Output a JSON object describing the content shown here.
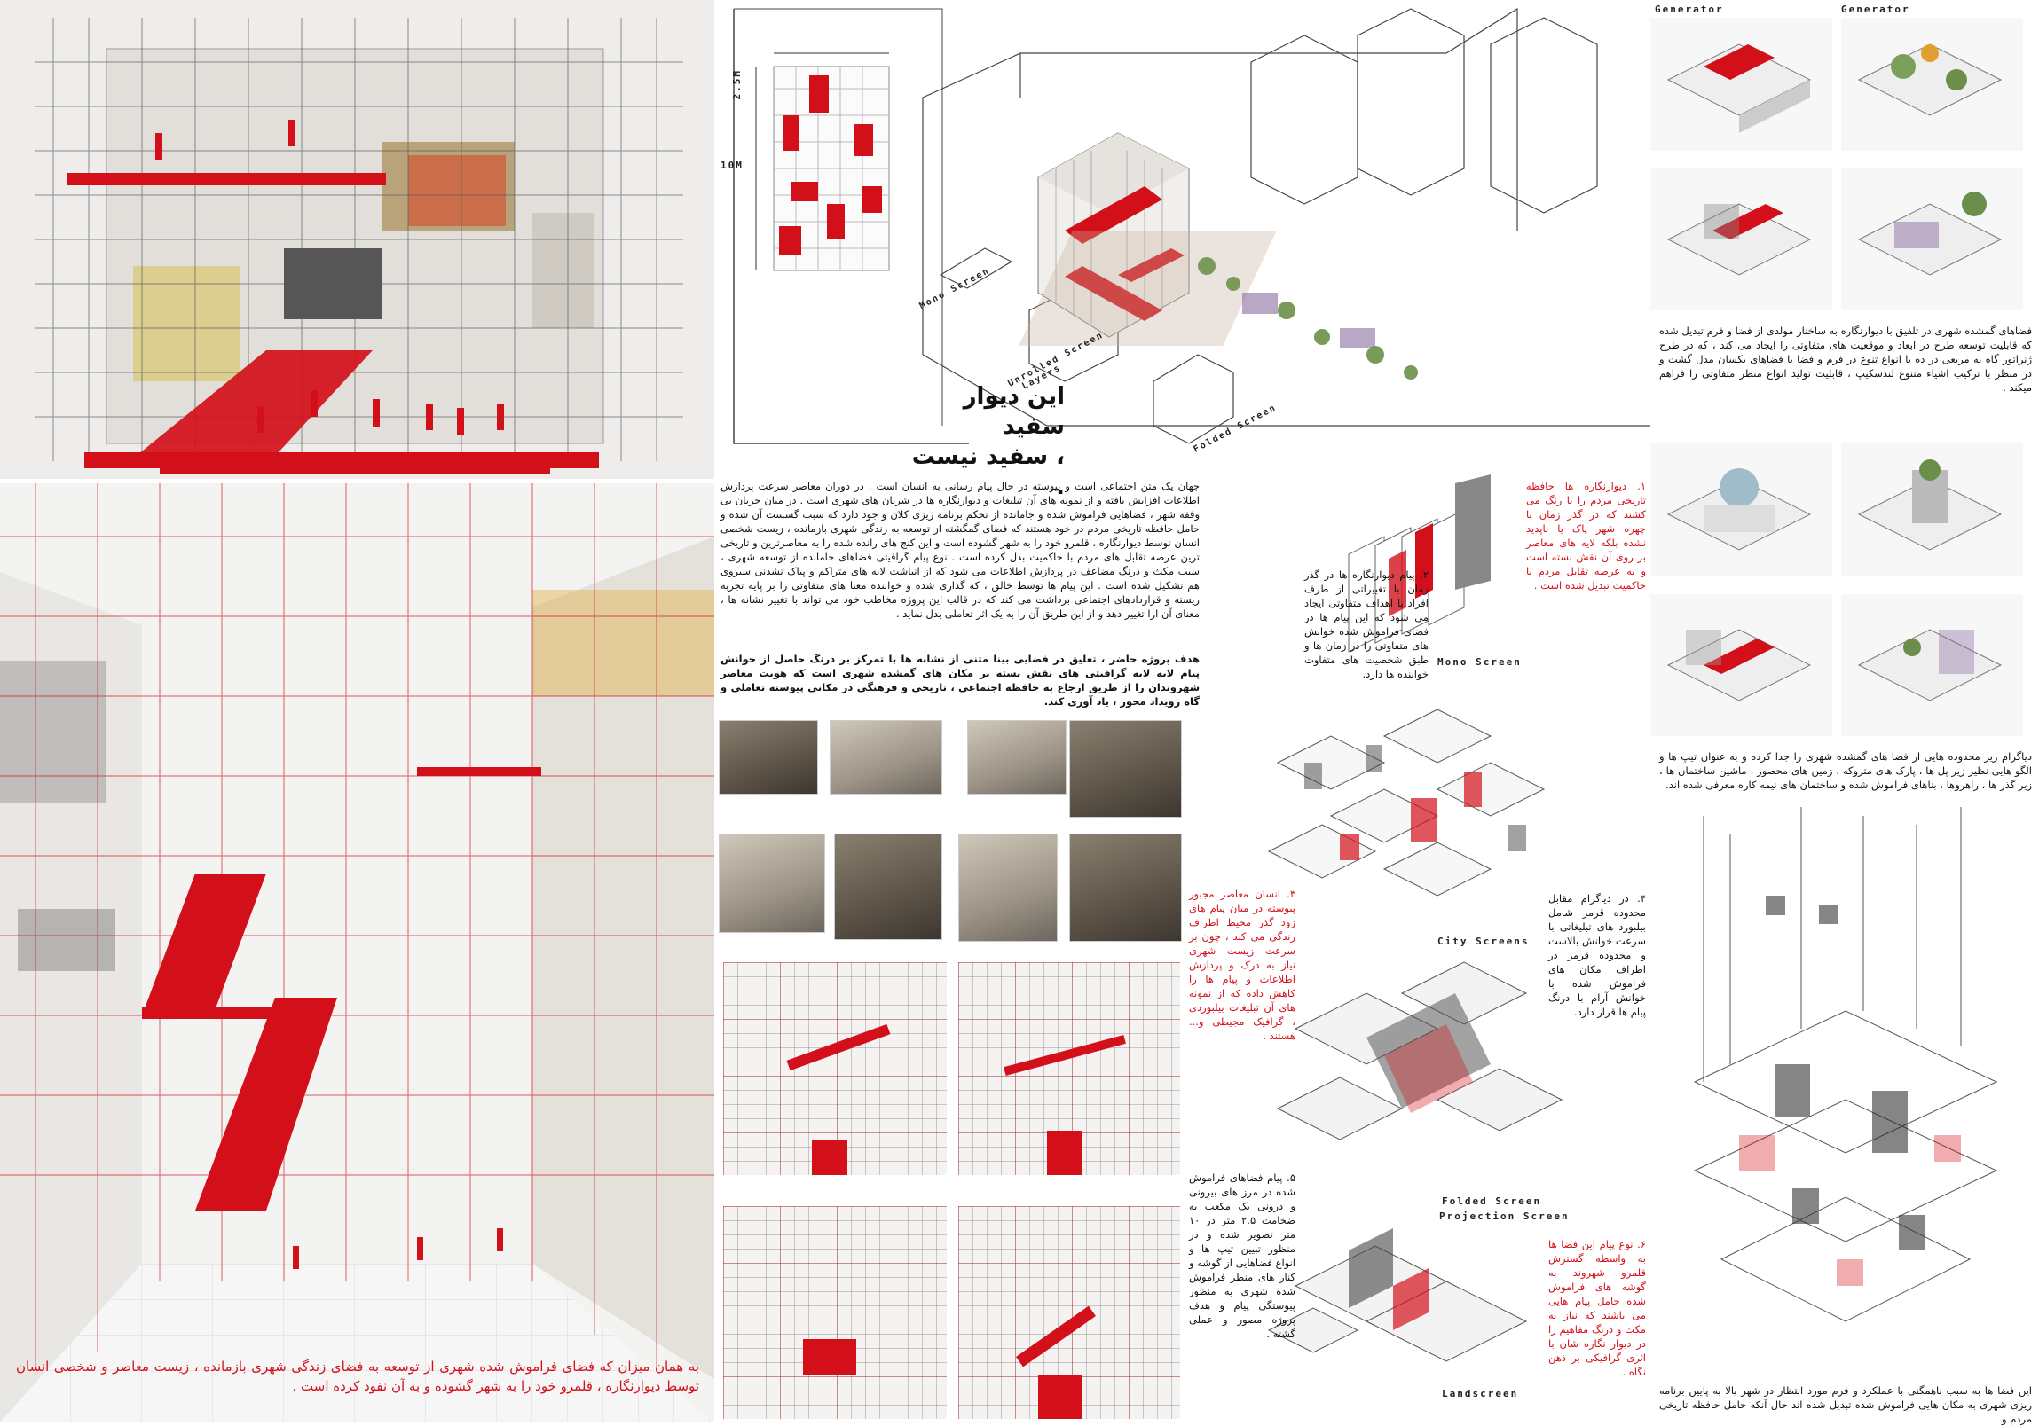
{
  "headline": {
    "line1": "این دیوار سفید",
    "line2": "، سفید نیست ."
  },
  "labels": {
    "generator_left": "Generator",
    "generator_right": "Generator",
    "mono_screen_plan": "Mono Screen",
    "unrolled_screen": "Unrolled Screen",
    "layers": "Layers",
    "folded_screen_plan": "Folded Screen",
    "mono_screen": "Mono Screen",
    "city_screens": "City Screens",
    "folded_screen": "Folded Screen",
    "projection_screen": "Projection Screen",
    "landscreen": "Landscreen",
    "dim_width": "2.5M",
    "dim_height": "10M"
  },
  "texts": {
    "main_intro": "جهان یک متن اجتماعی است و پیوسته در حال پیام رسانی به انسان است . در دوران معاصر سرعت پردازش اطلاعات افزایش یافته و از نمونه های آن تبلیغات و دیوارنگاره ها در شریان های شهری است . در میان جریان بی وقفه شهر ، فضاهایی فراموش شده و جامانده از تحکم برنامه ریزی کلان و جود دارد که سبب گسست آن شده و حامل حافظه تاریخی مردم در خود هستند که فضای گمگشته از توسعه به زندگی شهری بازمانده ، زیست شخصی انسان توسط دیوارنگاره ، قلمرو خود را به شهر گشوده است و این کنج های رانده شده را به معاصرترین و تاریخی ترین عرصه تقابل های مردم با حاکمیت بدل کرده است . نوع پیام گرافیتی فضاهای جامانده از توسعه شهری ، سبب مکث و درنگ مضاعف در پردازش اطلاعات می شود که از انباشت لایه های متراکم و پیاک نشدنی سیروی هم تشکیل شده است . این پیام ها توسط خالق ، که گذاری شده و خواننده معنا های متفاوتی را بر پایه تجربه زیسته و قراردادهای اجتماعی برداشت می کند که در قالب این پروژه مخاطب خود می تواند با تغییر نشانه ها ، معنای آن ارا تغییر دهد و از این طریق آن را به یک اثر تعاملی بدل نماید .",
    "main_goal": "هدف پروژه حاضر ، تعلیق در فضایی بینا متنی از نشانه ها با تمرکز بر درنگ حاصل از خوانش پیام لایه لایه گرافیتی های نقش بسته بر مکان های گمشده شهری است که هویت معاصر شهروندان را از طریق ارجاع به حافظه اجتماعی ، تاریخی و فرهنگی در مکانی پیوسته تعاملی و گاه رویداد محور ، یاد آوری کند.",
    "caption_bottom_left": "به همان میزان که فضای فراموش شده شهری از توسعه به فضای زندگی شهری بازمانده ، زیست معاصر و شخصی انسان توسط دیوارنگاره ، قلمرو خود را به شهر گشوده و به آن نفوذ کرده است .",
    "note1_red": "۱. دیوارنگاره ها حافظه تاریخی مردم را با رنگ می کشند که در گذر زمان با چهره شهر پاک یا ناپدید نشده بلکه لایه های معاصر بر روی آن نقش بسته است و به عرصه تقابل مردم با حاکمیت تبدیل شده است .",
    "note2": "۲. پیام دیوارنگاره ها در گذر زمان با تغییراتی از طرف افراد با اهداف متفاوتی ایجاد می شود که این پیام ها در فضای فراموش شده خوانش های متفاوتی را در زمان ها و طبق شخصیت های متفاوت خواننده ها دارد.",
    "note3_red": "۳. انسان معاصر مجبور پیوسته در میان پیام های زود گذر محیط اطراف زندگی می کند ، چون بر سرعت زیست شهری نیاز به درک و پردازش اطلاعات و پیام ها را کاهش داده که از نمونه های آن تبلیغات بیلبوردی ، گرافیک مجیطی و... هستند .",
    "note4": "۴. در دیاگرام مقابل محدوده قرمز شامل بیلبورد های تبلیغاتی با سرعت خوانش بالاست و محدوده قرمز در اطراف مکان های فراموش شده با خوانش آرام با درنگ پیام ها قرار دارد.",
    "note5": "۵. پیام فضاهای فراموش شده در مرز های بیرونی و درونی یک مکعب به ضخامت ۲.۵ متر در ۱۰ متر تصویر شده و در منظور تبیین تیپ ها و انواع فضاهایی از گوشه و کنار های منظر فراموش شده شهری به منظور پیوستگی پیام و هدف پروژه مصور و عملی گشته .",
    "note6_red": "۶. نوع پیام این فضا ها به واسطه گسترش قلمرو شهروند به گوشه های فراموش شده حامل پیام هایی می باشند که نیاز به مکث و درنگ مفاهیم را در دیوار نگاره شان با اثری گرافیکی بر ذهن نگاه .",
    "right_upper": "فضاهای گمشده شهری در تلفیق با دیوارنگاره به ساختار مولدی از فضا و فرم تبدیل شده که قابلیت توسعه طرح در ابعاد و موقعیت های متفاوتی را ایجاد می کند ، که در طرح ژنراتور گاه به مربعی در ده با انواع تنوع در فرم و فضا با فضاهای بکسان مدل گشت و در منظر با ترکیب اشیاء متنوع لندسکیپ ، قابلیت تولید انواع منظر متفاوتی را فراهم میکند .",
    "right_middle": "دیاگرام زیر محدوده هایی از فضا های گمشده شهری را جدا کرده و به عنوان تیپ ها و الگو هایی نظیر زیر پل ها ، پارک های متروکه ، زمین های محصور ، ماشین ساختمان ها ، زیر گذر ها ، راهروها ، بناهای فراموش شده و ساختمان های نیمه کاره معرفی شده اند.",
    "right_bottom": "این فضا ها به سبب ناهمگنی با عملکرد و فرم مورد انتظار در شهر بالا به پایین برنامه ریزی شهری به مکان هایی فراموش شده تبدیل شده اند حال آنکه حامل حافظه تاریخی مردم و"
  },
  "colors": {
    "accent": "#d3101a",
    "ink": "#111111"
  }
}
